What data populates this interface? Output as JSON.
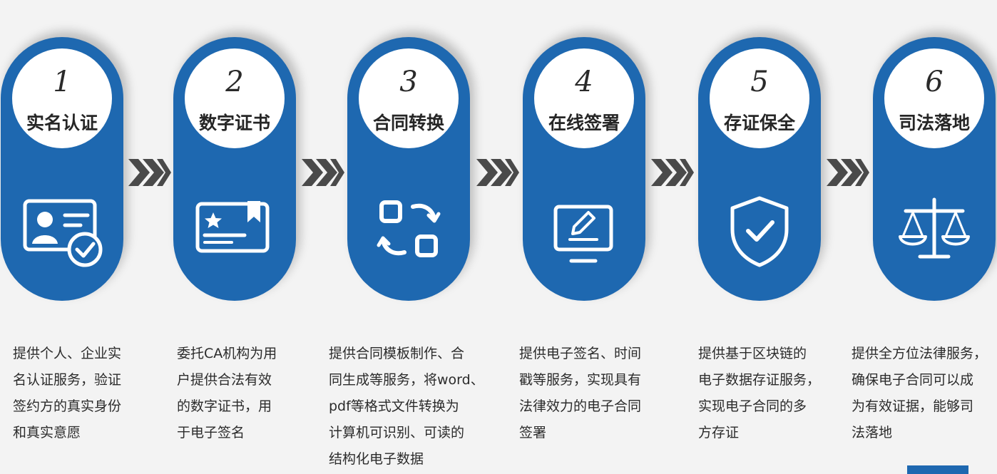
{
  "colors": {
    "accent": "#1e68b0",
    "background": "#f3f3f3",
    "chevron": "#4a4a4a"
  },
  "steps": [
    {
      "number": "1",
      "title": "实名认证",
      "icon": "id-card-check-icon",
      "desc": [
        "提供个人、企业实",
        "名认证服务，验证",
        "签约方的真实身份",
        "和真实意愿"
      ]
    },
    {
      "number": "2",
      "title": "数字证书",
      "icon": "certificate-icon",
      "desc": [
        "委托CA机构为用",
        "户提供合法有效",
        "的数字证书，用",
        "于电子签名"
      ]
    },
    {
      "number": "3",
      "title": "合同转换",
      "icon": "convert-icon",
      "desc": [
        "提供合同模板制作、合",
        "同生成等服务，将word、",
        "pdf等格式文件转换为",
        "计算机可识别、可读的",
        "结构化电子数据"
      ]
    },
    {
      "number": "4",
      "title": "在线签署",
      "icon": "monitor-pen-icon",
      "desc": [
        "提供电子签名、时间",
        "戳等服务，实现具有",
        "法律效力的电子合同",
        "签署"
      ]
    },
    {
      "number": "5",
      "title": "存证保全",
      "icon": "shield-check-icon",
      "desc": [
        "提供基于区块链的",
        "电子数据存证服务，",
        "实现电子合同的多",
        "方存证"
      ]
    },
    {
      "number": "6",
      "title": "司法落地",
      "icon": "scales-icon",
      "desc": [
        "提供全方位法律服务，",
        "确保电子合同可以成",
        "为有效证据，能够司",
        "法落地"
      ]
    }
  ]
}
